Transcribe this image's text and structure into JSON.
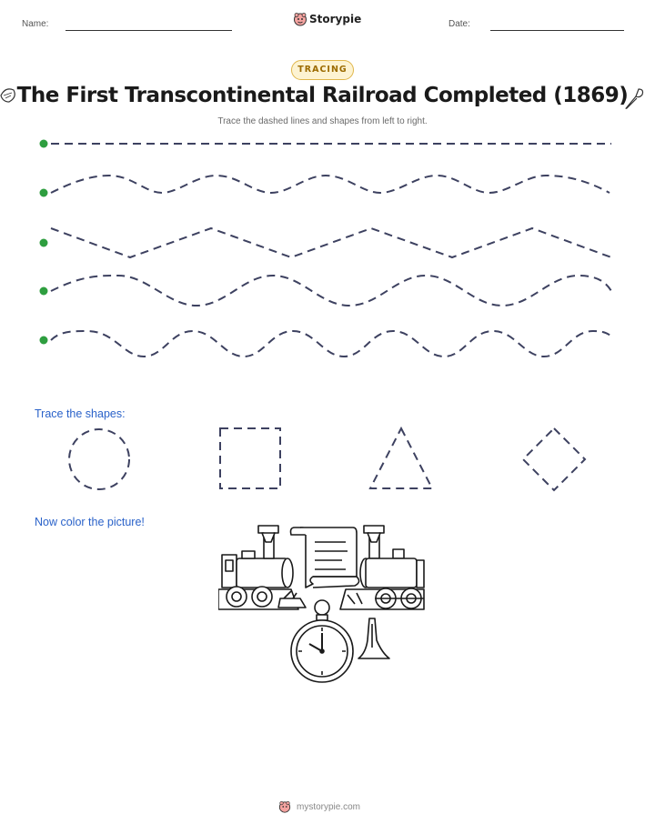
{
  "header": {
    "name_label": "Name:",
    "date_label": "Date:",
    "brand": "Storypie"
  },
  "badge": "TRACING",
  "title": "The First Transcontinental Railroad Completed (1869)",
  "instruction": "Trace the dashed lines and shapes from left to right.",
  "sections": {
    "shapes_label": "Trace the shapes:",
    "color_label": "Now color the picture!"
  },
  "icons": {
    "left_decoration": "sparkle-leaf-icon",
    "right_decoration": "spoon-icon",
    "brand_logo": "storypie-mascot-icon",
    "start_dot": "green-start-dot",
    "picture": "railroad-completion-illustration"
  },
  "colors": {
    "start_dot": "#2e9e3f",
    "dash": "#3d4160",
    "section_text": "#2a62c9",
    "badge_border": "#e0b64a",
    "badge_text": "#9c6b00"
  },
  "footer": "mystorypie.com"
}
